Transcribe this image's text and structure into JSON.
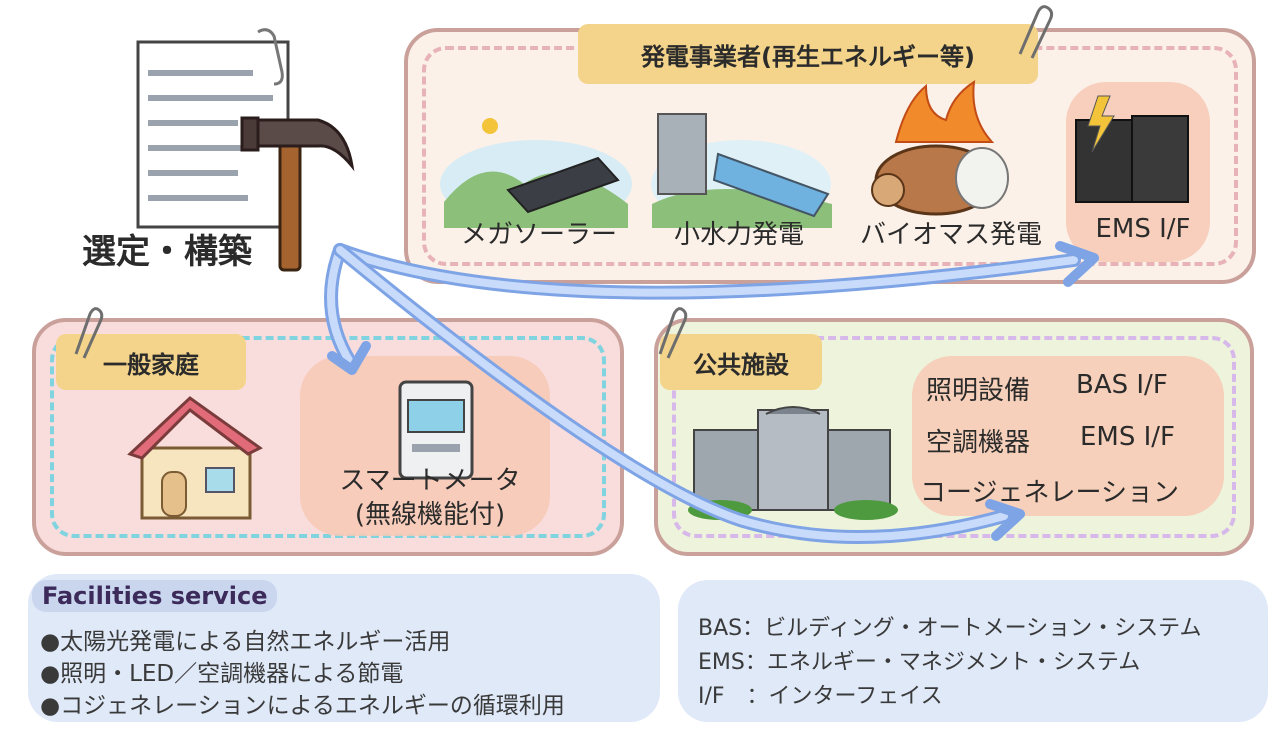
{
  "main_title": "選定・構築",
  "producers": {
    "tag": "発電事業者(再生エネルギー等)",
    "items": [
      "メガソーラー",
      "小水力発電",
      "バイオマス発電",
      "EMS I/F"
    ]
  },
  "household": {
    "tag": "一般家庭",
    "meter_line1": "スマートメータ",
    "meter_line2": "(無線機能付)"
  },
  "public": {
    "tag": "公共施設",
    "rows": [
      {
        "left": "照明設備",
        "right": "BAS I/F"
      },
      {
        "left": "空調機器",
        "right": "EMS I/F"
      }
    ],
    "cogen": "コージェネレーション"
  },
  "facilities": {
    "title": "Facilities service",
    "items": [
      "●太陽光発電による自然エネルギー活用",
      "●照明・LED／空調機器による節電",
      "●コジェネレーションによるエネルギーの循環利用"
    ]
  },
  "glossary": [
    "BAS：ビルディング・オートメーション・システム",
    "EMS：エネルギー・マネジメント・システム",
    "I/F　：インターフェイス"
  ],
  "colors": {
    "producer_bg": "#fbf1e9",
    "household_bg": "#f9dcdc",
    "public_bg": "#eef3dc",
    "arrow": "#9bbbf0",
    "tag": "#f3d48a"
  }
}
